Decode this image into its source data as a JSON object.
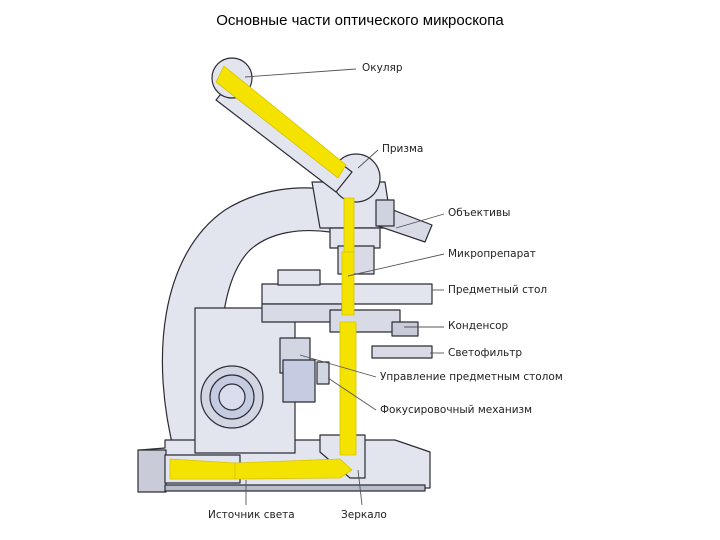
{
  "title": "Основные части оптического микроскопа",
  "labels": {
    "eyepiece": "Окуляр",
    "prism": "Призма",
    "objectives": "Объективы",
    "specimen": "Микропрепарат",
    "stage": "Предметный стол",
    "condenser": "Конденсор",
    "filter": "Светофильтр",
    "stage_control": "Управление предметным столом",
    "focus": "Фокусировочный механизм",
    "light_source": "Источник света",
    "mirror": "Зеркало"
  },
  "colors": {
    "body": "#e3e5ee",
    "body_dark": "#b8bccb",
    "outline": "#2c2c34",
    "light_beam": "#f4e200",
    "leader": "#555555"
  }
}
